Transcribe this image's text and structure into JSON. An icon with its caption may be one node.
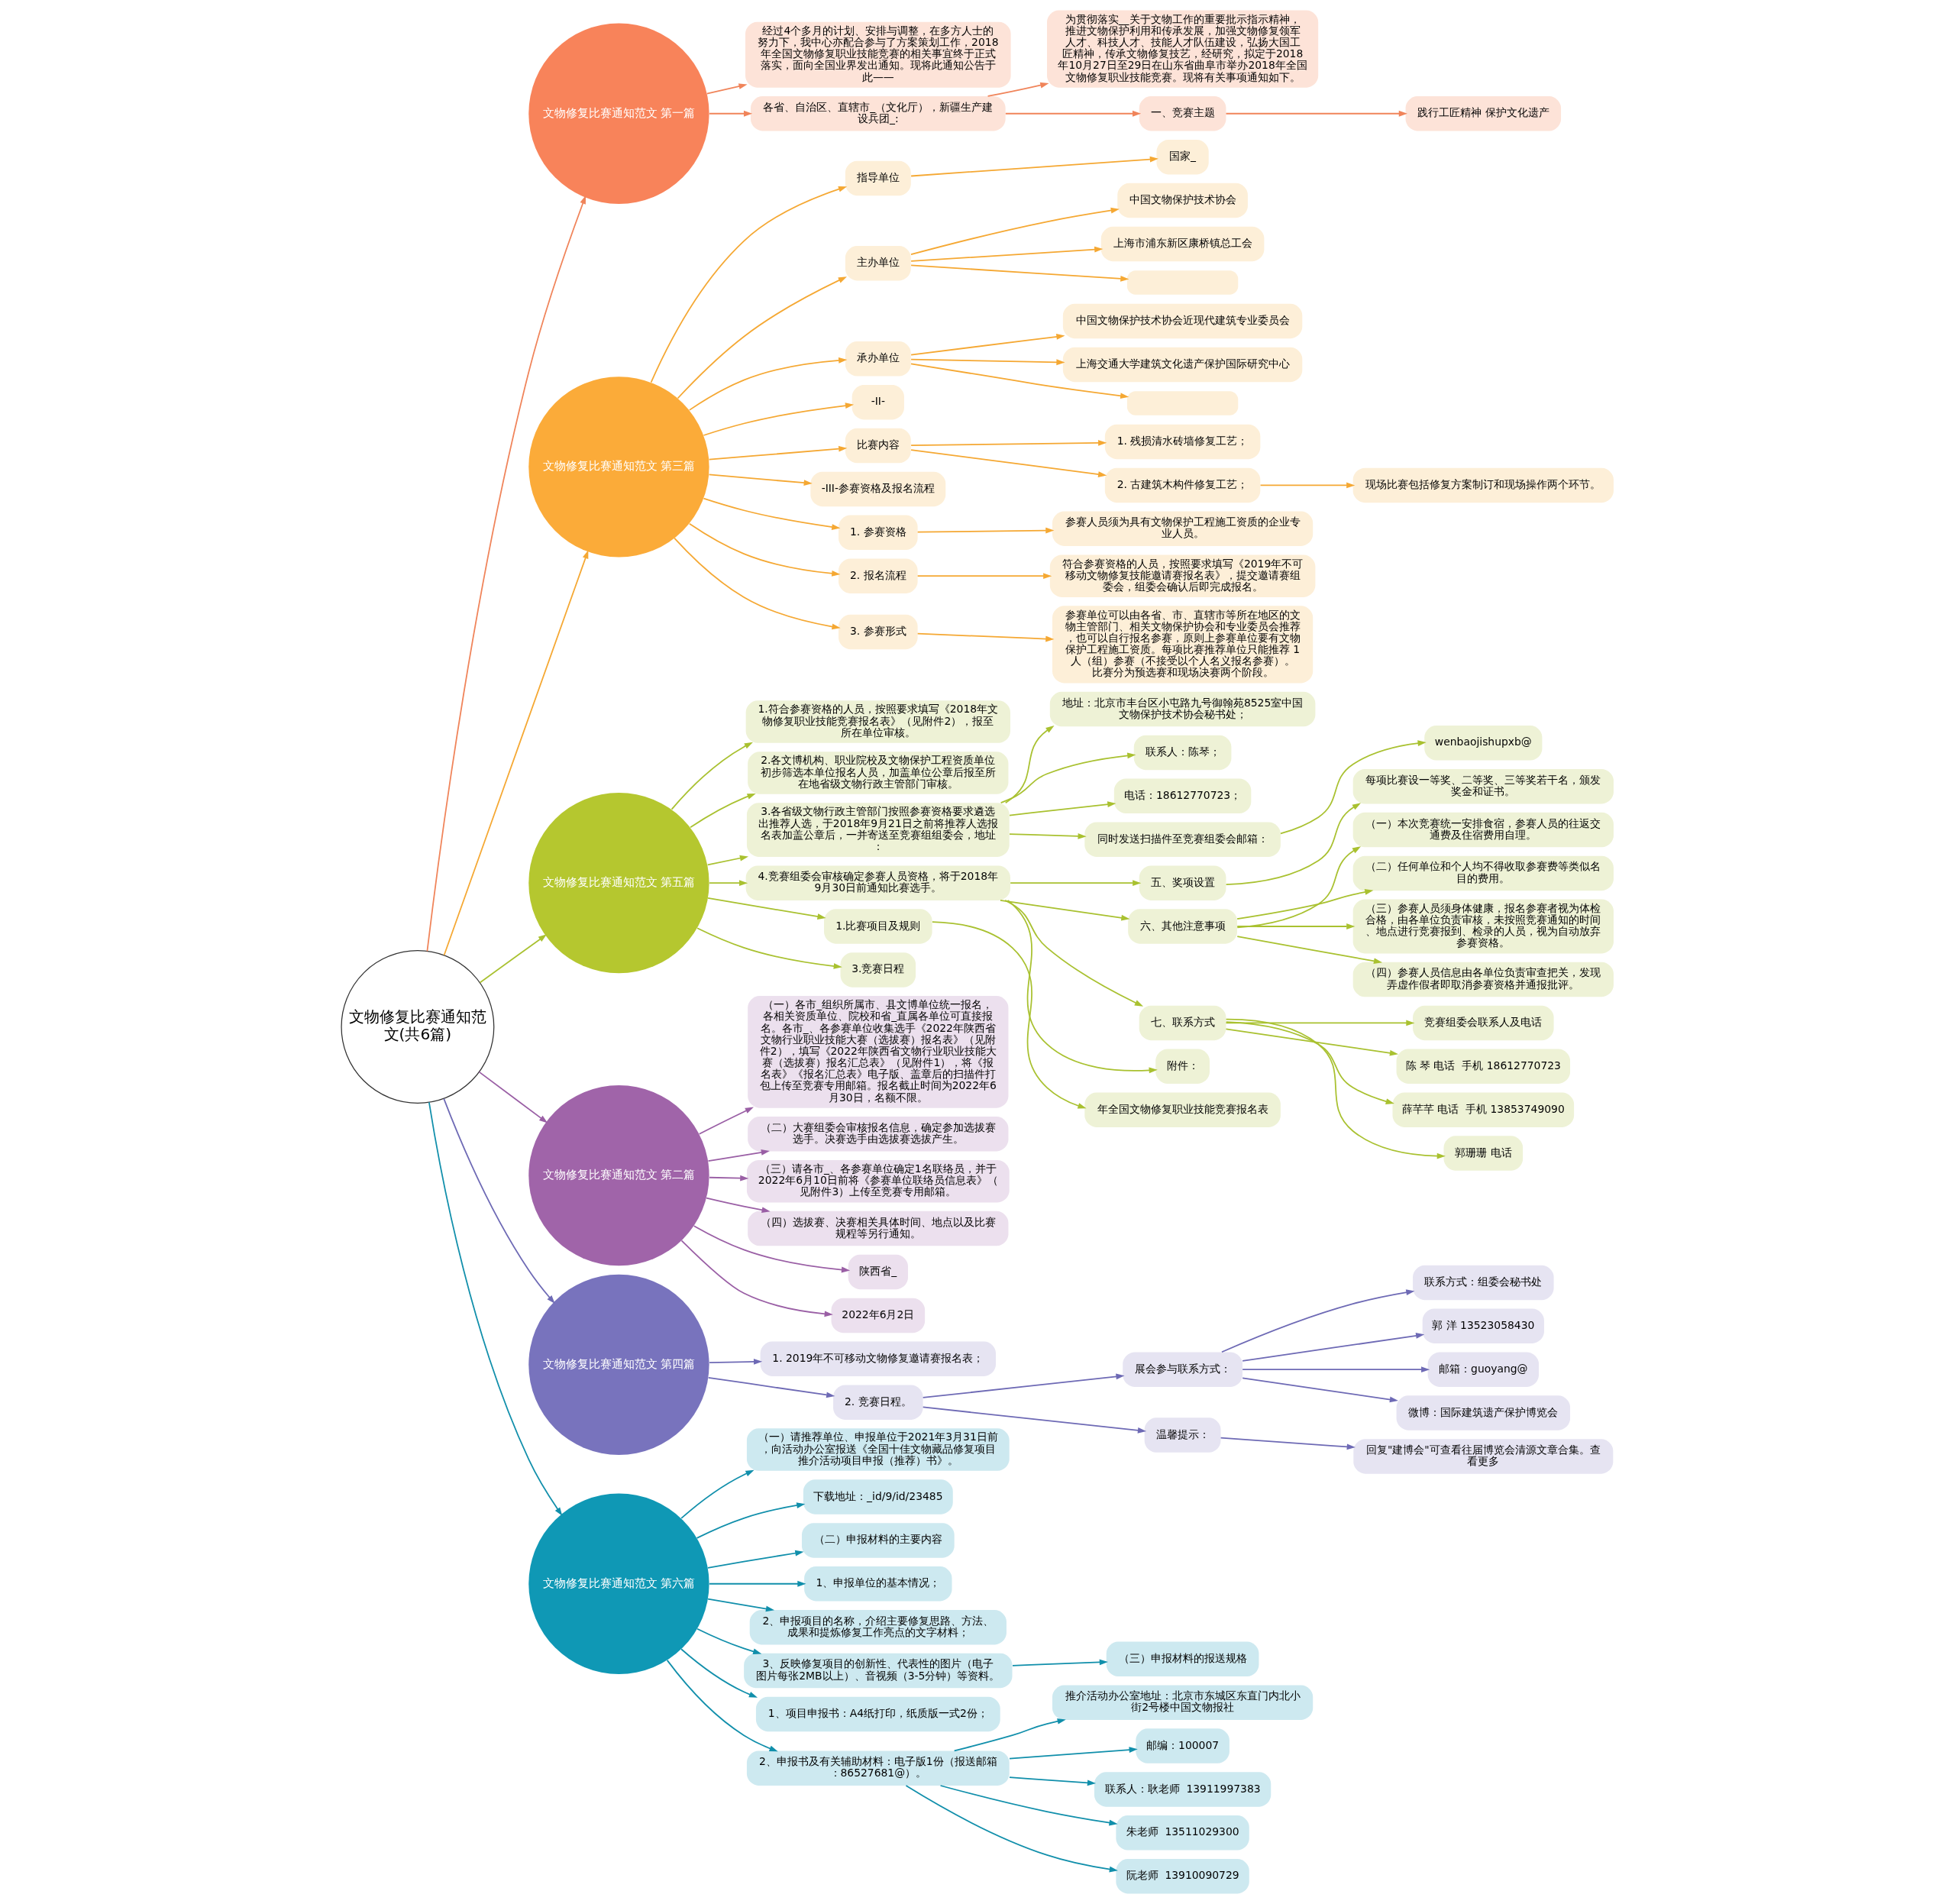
{
  "diagram": {
    "nodes": [
      {
        "text": [
          "文物修复比赛通知范文(共6篇)"
        ]
      },
      {
        "text": [
          "文物修复比赛通知范文 第一篇"
        ]
      },
      {
        "text": [
          "经过4个多月的计划、安排与调整，在多方人士的努力下，我中心亦配合参与了方案策划工作，2018年全国文物修复职业技能竞赛的相关事宜终于正式落实，面向全国业界发出通知。现将此通知公告于此——"
        ]
      },
      {
        "text": [
          "各省、自治区、直辖市_（文化厅），新疆生产建设兵团_:"
        ]
      },
      {
        "text": [
          "为贯彻落实__关于文物工作的重要批示指示精神，推进文物保护利用和传承发展，加强文物修复领军人才、科技人才、技能人才队伍建设，弘扬大国工匠精神，传承文物修复技艺，经研究，拟定于2018年10月27日至29日在山东省曲阜市举办2018年全国文物修复职业技能竞赛。现将有关事项通知如下。"
        ]
      },
      {
        "text": [
          "一、竞赛主题"
        ]
      },
      {
        "text": [
          "践行工匠精神 保护文化遗产"
        ]
      },
      {
        "text": [
          "文物修复比赛通知范文 第三篇"
        ]
      },
      {
        "text": [
          "指导单位"
        ]
      },
      {
        "text": [
          "国家_"
        ]
      },
      {
        "text": [
          "主办单位"
        ]
      },
      {
        "text": [
          "中国文物保护技术协会"
        ]
      },
      {
        "text": [
          "上海市浦东新区康桥镇总工会"
        ]
      },
      {
        "text": [],
        "shape": "box"
      },
      {
        "text": [
          "承办单位"
        ]
      },
      {
        "text": [
          "中国文物保护技术协会近现代建筑专业委员会"
        ]
      },
      {
        "text": [
          "上海交通大学建筑文化遗产保护国际研究中心"
        ]
      },
      {
        "text": [],
        "shape": "box"
      },
      {
        "text": [
          "-II-"
        ]
      },
      {
        "text": [
          "比赛内容"
        ]
      },
      {
        "text": [
          "1. 残损清水砖墙修复工艺；"
        ]
      },
      {
        "text": [
          "2. 古建筑木构件修复工艺；"
        ]
      },
      {
        "text": [
          "现场比赛包括修复方案制订和现场操作两个环节。"
        ]
      },
      {
        "text": [
          "-III-参赛资格及报名流程"
        ]
      },
      {
        "text": [
          "1. 参赛资格"
        ]
      },
      {
        "text": [
          "参赛人员须为具有文物保护工程施工资质的企业专业人员。"
        ]
      },
      {
        "text": [
          "2. 报名流程"
        ]
      },
      {
        "text": [
          "符合参赛资格的人员，按照要求填写《2019年不可移动文物修复技能邀请赛报名表》，提交邀请赛组委会，组委会确认后即完成报名。"
        ]
      },
      {
        "text": [
          "3. 参赛形式"
        ]
      },
      {
        "text": [
          "参赛单位可以由各省、市、直辖市等所在地区的文物主管部门、相关文物保护协会和专业委员会推荐，也可以自行报名参赛，原则上参赛单位要有文物保护工程施工资质。每项比赛推荐单位只能推荐 1 人（组）参赛（不接受以个人名义报名参赛）。比赛分为预选赛和现场决赛两个阶段。"
        ]
      },
      {
        "text": [
          "文物修复比赛通知范文 第五篇"
        ]
      },
      {
        "text": [
          "1.符合参赛资格的人员，按照要求填写《2018年文物修复职业技能竞赛报名表》（见附件2），报至所在单位审核。"
        ]
      },
      {
        "text": [
          "2.各文博机构、职业院校及文物保护工程资质单位初步筛选本单位报名人员，加盖单位公章后报至所在地省级文物行政主管部门审核。"
        ]
      },
      {
        "text": [
          "3.各省级文物行政主管部门按照参赛资格要求遴选出推荐人选，于2018年9月21日之前将推荐人选报名表加盖公章后，一并寄送至竞赛组组委会，地址："
        ]
      },
      {
        "text": [
          "地址：北京市丰台区小屯路九号御翰苑8525室中国文物保护技术协会秘书处；"
        ]
      },
      {
        "text": [
          "联系人：陈琴；"
        ]
      },
      {
        "text": [
          "电话：18612770723；"
        ]
      },
      {
        "text": [
          "同时发送扫描件至竞赛组委会邮箱："
        ]
      },
      {
        "text": [
          "wenbaojishupxb@"
        ]
      },
      {
        "text": [
          "4.竞赛组委会审核确定参赛人员资格，将于2018年9月30日前通知比赛选手。"
        ]
      },
      {
        "text": [
          "五、奖项设置"
        ]
      },
      {
        "text": [
          "每项比赛设一等奖、二等奖、三等奖若干名，颁发奖金和证书。"
        ]
      },
      {
        "text": [
          "六、其他注意事项"
        ]
      },
      {
        "text": [
          "（一）本次竞赛统一安排食宿，参赛人员的往返交通费及住宿费用自理。"
        ]
      },
      {
        "text": [
          "（二）任何单位和个人均不得收取参赛费等类似名目的费用。"
        ]
      },
      {
        "text": [
          "（三）参赛人员须身体健康，报名参赛者视为体检合格，由各单位负责审核，未按照竞赛通知的时间、地点进行竞赛报到、检录的人员，视为自动放弃参赛资格。"
        ]
      },
      {
        "text": [
          "（四）参赛人员信息由各单位负责审查把关，发现弄虚作假者即取消参赛资格并通报批评。"
        ]
      },
      {
        "text": [
          "七、联系方式"
        ]
      },
      {
        "text": [
          "竞赛组委会联系人及电话"
        ]
      },
      {
        "text": [
          "陈 琴 电话  手机 18612770723"
        ]
      },
      {
        "text": [
          "薛芊芊 电话  手机 13853749090"
        ]
      },
      {
        "text": [
          "郭珊珊 电话"
        ]
      },
      {
        "text": [
          "附件："
        ]
      },
      {
        "text": [
          "1.比赛项目及规则"
        ]
      },
      {
        "text": [
          "年全国文物修复职业技能竞赛报名表"
        ]
      },
      {
        "text": [
          "3.竞赛日程"
        ]
      },
      {
        "text": [
          "文物修复比赛通知范文 第二篇"
        ]
      },
      {
        "text": [
          "（一）各市_组织所属市、县文博单位统一报名，各相关资质单位、院校和省_直属各单位可直接报名。各市_、各参赛单位收集选手《2022年陕西省文物行业职业技能大赛（选拔赛）报名表》（见附件2），填写《2022年陕西省文物行业职业技能大赛（选拔赛）报名汇总表》（见附件1），将《报名表》《报名汇总表》电子版、盖章后的扫描件打包上传至竞赛专用邮箱。报名截止时间为2022年6月30日，名额不限。"
        ]
      },
      {
        "text": [
          "（二）大赛组委会审核报名信息，确定参加选拔赛选手。决赛选手由选拔赛选拔产生。"
        ]
      },
      {
        "text": [
          "（三）请各市_、各参赛单位确定1名联络员，并于2022年6月10日前将《参赛单位联络员信息表》（见附件3）上传至竞赛专用邮箱。"
        ]
      },
      {
        "text": [
          "（四）选拔赛、决赛相关具体时间、地点以及比赛规程等另行通知。"
        ]
      },
      {
        "text": [
          "陕西省_"
        ]
      },
      {
        "text": [
          "2022年6月2日"
        ]
      },
      {
        "text": [
          "文物修复比赛通知范文 第四篇"
        ]
      },
      {
        "text": [
          "1. 2019年不可移动文物修复邀请赛报名表；"
        ]
      },
      {
        "text": [
          "2. 竞赛日程。"
        ]
      },
      {
        "text": [
          "展会参与联系方式："
        ]
      },
      {
        "text": [
          "联系方式：组委会秘书处"
        ]
      },
      {
        "text": [
          "郭 洋 13523058430"
        ]
      },
      {
        "text": [
          "邮箱：guoyang@"
        ]
      },
      {
        "text": [
          "微博：国际建筑遗产保护博览会"
        ]
      },
      {
        "text": [
          "温馨提示："
        ]
      },
      {
        "text": [
          "回复\"建博会\"可查看往届博览会清源文章合集。查看更多"
        ]
      },
      {
        "text": [
          "文物修复比赛通知范文 第六篇"
        ]
      },
      {
        "text": [
          "（一）请推荐单位、申报单位于2021年3月31日前，向活动办公室报送《全国十佳文物藏品修复项目推介活动项目申报（推荐）书》。"
        ]
      },
      {
        "text": [
          "下载地址：_id/9/id/23485"
        ]
      },
      {
        "text": [
          "（二）申报材料的主要内容"
        ]
      },
      {
        "text": [
          "1、申报单位的基本情况；"
        ]
      },
      {
        "text": [
          "2、申报项目的名称，介绍主要修复思路、方法、成果和提炼修复工作亮点的文字材料；"
        ]
      },
      {
        "text": [
          "3、反映修复项目的创新性、代表性的图片（电子图片每张2MB以上）、音视频（3-5分钟）等资料。"
        ]
      },
      {
        "text": [
          "（三）申报材料的报送规格"
        ]
      },
      {
        "text": [
          "1、项目申报书：A4纸打印，纸质版一式2份；"
        ]
      },
      {
        "text": [
          "2、申报书及有关辅助材料：电子版1份（报送邮箱：86527681@）。"
        ]
      },
      {
        "text": [
          "推介活动办公室地址：北京市东城区东直门内北小街2号楼中国文物报社"
        ]
      },
      {
        "text": [
          "邮编：100007"
        ]
      },
      {
        "text": [
          "联系人：耿老师  13911997383"
        ]
      },
      {
        "text": [
          "朱老师  13511029300"
        ]
      },
      {
        "text": [
          "阮老师  13910090729"
        ]
      }
    ],
    "edges": [
      {
        "from": 0,
        "to": 1,
        "arrow": "to",
        "color": "#f0845a"
      },
      {
        "from": 1,
        "to": 2,
        "arrow": "to",
        "color": "#f0845a"
      },
      {
        "from": 1,
        "to": 3,
        "arrow": "to",
        "color": "#f0845a"
      },
      {
        "from": 3,
        "to": 4,
        "arrow": "to",
        "color": "#f0845a"
      },
      {
        "from": 3,
        "to": 5,
        "arrow": "to",
        "color": "#f0845a"
      },
      {
        "from": 5,
        "to": 6,
        "arrow": "to",
        "color": "#f0845a"
      },
      {
        "from": 0,
        "to": 7,
        "arrow": "to",
        "color": "#f5a833"
      },
      {
        "from": 7,
        "to": 8,
        "arrow": "to",
        "color": "#f5a833"
      },
      {
        "from": 8,
        "to": 9,
        "arrow": "to",
        "color": "#f5a833"
      },
      {
        "from": 7,
        "to": 10,
        "arrow": "to",
        "color": "#f5a833"
      },
      {
        "from": 10,
        "to": 11,
        "arrow": "to",
        "color": "#f5a833"
      },
      {
        "from": 10,
        "to": 12,
        "arrow": "to",
        "color": "#f5a833"
      },
      {
        "from": 10,
        "to": 13,
        "arrow": "to",
        "color": "#f5a833"
      },
      {
        "from": 7,
        "to": 14,
        "arrow": "to",
        "color": "#f5a833"
      },
      {
        "from": 14,
        "to": 15,
        "arrow": "to",
        "color": "#f5a833"
      },
      {
        "from": 14,
        "to": 16,
        "arrow": "to",
        "color": "#f5a833"
      },
      {
        "from": 14,
        "to": 17,
        "arrow": "to",
        "color": "#f5a833"
      },
      {
        "from": 7,
        "to": 18,
        "arrow": "to",
        "color": "#f5a833"
      },
      {
        "from": 7,
        "to": 19,
        "arrow": "to",
        "color": "#f5a833"
      },
      {
        "from": 19,
        "to": 20,
        "arrow": "to",
        "color": "#f5a833"
      },
      {
        "from": 19,
        "to": 21,
        "arrow": "to",
        "color": "#f5a833"
      },
      {
        "from": 21,
        "to": 22,
        "arrow": "to",
        "color": "#f5a833"
      },
      {
        "from": 7,
        "to": 23,
        "arrow": "to",
        "color": "#f5a833"
      },
      {
        "from": 7,
        "to": 24,
        "arrow": "to",
        "color": "#f5a833"
      },
      {
        "from": 24,
        "to": 25,
        "arrow": "to",
        "color": "#f5a833"
      },
      {
        "from": 7,
        "to": 26,
        "arrow": "to",
        "color": "#f5a833"
      },
      {
        "from": 26,
        "to": 27,
        "arrow": "to",
        "color": "#f5a833"
      },
      {
        "from": 7,
        "to": 28,
        "arrow": "to",
        "color": "#f5a833"
      },
      {
        "from": 28,
        "to": 29,
        "arrow": "to",
        "color": "#f5a833"
      },
      {
        "from": 0,
        "to": 30,
        "arrow": "to",
        "color": "#a9c130"
      },
      {
        "from": 30,
        "to": 31,
        "arrow": "to",
        "color": "#a9c130"
      },
      {
        "from": 30,
        "to": 32,
        "arrow": "to",
        "color": "#a9c130"
      },
      {
        "from": 30,
        "to": 33,
        "arrow": "to",
        "color": "#a9c130"
      },
      {
        "from": 33,
        "to": 34,
        "arrow": "to",
        "color": "#a9c130"
      },
      {
        "from": 33,
        "to": 35,
        "arrow": "to",
        "color": "#a9c130"
      },
      {
        "from": 33,
        "to": 36,
        "arrow": "to",
        "color": "#a9c130"
      },
      {
        "from": 33,
        "to": 37,
        "arrow": "to",
        "color": "#a9c130"
      },
      {
        "from": 37,
        "to": 38,
        "arrow": "to",
        "color": "#a9c130"
      },
      {
        "from": 30,
        "to": 39,
        "arrow": "to",
        "color": "#a9c130"
      },
      {
        "from": 39,
        "to": 40,
        "arrow": "to",
        "color": "#a9c130"
      },
      {
        "from": 40,
        "to": 41,
        "arrow": "to",
        "color": "#a9c130"
      },
      {
        "from": 39,
        "to": 42,
        "arrow": "to",
        "color": "#a9c130"
      },
      {
        "from": 42,
        "to": 43,
        "arrow": "to",
        "color": "#a9c130"
      },
      {
        "from": 42,
        "to": 44,
        "arrow": "to",
        "color": "#a9c130"
      },
      {
        "from": 42,
        "to": 45,
        "arrow": "to",
        "color": "#a9c130"
      },
      {
        "from": 42,
        "to": 46,
        "arrow": "to",
        "color": "#a9c130"
      },
      {
        "from": 39,
        "to": 47,
        "arrow": "to",
        "color": "#a9c130"
      },
      {
        "from": 47,
        "to": 48,
        "arrow": "to",
        "color": "#a9c130"
      },
      {
        "from": 47,
        "to": 49,
        "arrow": "to",
        "color": "#a9c130"
      },
      {
        "from": 47,
        "to": 50,
        "arrow": "to",
        "color": "#a9c130"
      },
      {
        "from": 47,
        "to": 51,
        "arrow": "to",
        "color": "#a9c130"
      },
      {
        "from": 39,
        "to": 52,
        "arrow": "to",
        "color": "#a9c130"
      },
      {
        "from": 30,
        "to": 53,
        "arrow": "to",
        "color": "#a9c130"
      },
      {
        "from": 53,
        "to": 54,
        "arrow": "to",
        "color": "#a9c130"
      },
      {
        "from": 30,
        "to": 55,
        "arrow": "to",
        "color": "#a9c130"
      },
      {
        "from": 0,
        "to": 56,
        "arrow": "to",
        "color": "#9a5fa5"
      },
      {
        "from": 56,
        "to": 57,
        "arrow": "to",
        "color": "#9a5fa5"
      },
      {
        "from": 56,
        "to": 58,
        "arrow": "to",
        "color": "#9a5fa5"
      },
      {
        "from": 56,
        "to": 59,
        "arrow": "to",
        "color": "#9a5fa5"
      },
      {
        "from": 56,
        "to": 60,
        "arrow": "to",
        "color": "#9a5fa5"
      },
      {
        "from": 56,
        "to": 61,
        "arrow": "to",
        "color": "#9a5fa5"
      },
      {
        "from": 56,
        "to": 62,
        "arrow": "to",
        "color": "#9a5fa5"
      },
      {
        "from": 0,
        "to": 63,
        "arrow": "to",
        "color": "#6e6ab5"
      },
      {
        "from": 63,
        "to": 64,
        "arrow": "to",
        "color": "#6e6ab5"
      },
      {
        "from": 63,
        "to": 65,
        "arrow": "to",
        "color": "#6e6ab5"
      },
      {
        "from": 65,
        "to": 66,
        "arrow": "to",
        "color": "#6e6ab5"
      },
      {
        "from": 66,
        "to": 67,
        "arrow": "to",
        "color": "#6e6ab5"
      },
      {
        "from": 66,
        "to": 68,
        "arrow": "to",
        "color": "#6e6ab5"
      },
      {
        "from": 66,
        "to": 69,
        "arrow": "to",
        "color": "#6e6ab5"
      },
      {
        "from": 66,
        "to": 70,
        "arrow": "to",
        "color": "#6e6ab5"
      },
      {
        "from": 65,
        "to": 71,
        "arrow": "to",
        "color": "#6e6ab5"
      },
      {
        "from": 71,
        "to": 72,
        "arrow": "to",
        "color": "#6e6ab5"
      },
      {
        "from": 0,
        "to": 73,
        "arrow": "to",
        "color": "#118fab"
      },
      {
        "from": 73,
        "to": 74,
        "arrow": "to",
        "color": "#118fab"
      },
      {
        "from": 73,
        "to": 75,
        "arrow": "to",
        "color": "#118fab"
      },
      {
        "from": 73,
        "to": 76,
        "arrow": "to",
        "color": "#118fab"
      },
      {
        "from": 73,
        "to": 77,
        "arrow": "to",
        "color": "#118fab"
      },
      {
        "from": 73,
        "to": 78,
        "arrow": "to",
        "color": "#118fab"
      },
      {
        "from": 73,
        "to": 79,
        "arrow": "to",
        "color": "#118fab"
      },
      {
        "from": 79,
        "to": 80,
        "arrow": "to",
        "color": "#118fab"
      },
      {
        "from": 73,
        "to": 81,
        "arrow": "to",
        "color": "#118fab"
      },
      {
        "from": 73,
        "to": 82,
        "arrow": "to",
        "color": "#118fab"
      },
      {
        "from": 82,
        "to": 83,
        "arrow": "to",
        "color": "#118fab"
      },
      {
        "from": 82,
        "to": 84,
        "arrow": "to",
        "color": "#118fab"
      },
      {
        "from": 82,
        "to": 85,
        "arrow": "to",
        "color": "#118fab"
      },
      {
        "from": 82,
        "to": 86,
        "arrow": "to",
        "color": "#118fab"
      },
      {
        "from": 82,
        "to": 87,
        "arrow": "to",
        "color": "#118fab"
      }
    ]
  }
}
